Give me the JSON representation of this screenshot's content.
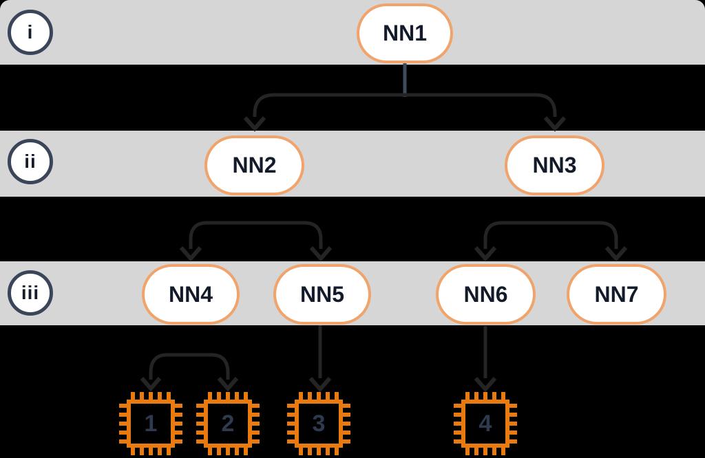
{
  "diagram": {
    "type": "tree",
    "description": "Hierarchy of neural networks mapped onto hardware chips, organized in three labeled levels",
    "rows": [
      {
        "label": "i"
      },
      {
        "label": "ii"
      },
      {
        "label": "iii"
      }
    ],
    "nodes": [
      {
        "id": "NN1",
        "label": "NN1",
        "row": "i"
      },
      {
        "id": "NN2",
        "label": "NN2",
        "row": "ii"
      },
      {
        "id": "NN3",
        "label": "NN3",
        "row": "ii"
      },
      {
        "id": "NN4",
        "label": "NN4",
        "row": "iii"
      },
      {
        "id": "NN5",
        "label": "NN5",
        "row": "iii"
      },
      {
        "id": "NN6",
        "label": "NN6",
        "row": "iii"
      },
      {
        "id": "NN7",
        "label": "NN7",
        "row": "iii"
      }
    ],
    "chips": [
      {
        "id": "chip1",
        "label": "1"
      },
      {
        "id": "chip2",
        "label": "2"
      },
      {
        "id": "chip3",
        "label": "3"
      },
      {
        "id": "chip4",
        "label": "4"
      }
    ],
    "edges": [
      {
        "from": "NN1",
        "to": [
          "NN2",
          "NN3"
        ]
      },
      {
        "from": "NN2",
        "to": [
          "NN4",
          "NN5"
        ]
      },
      {
        "from": "NN3",
        "to": [
          "NN6",
          "NN7"
        ]
      },
      {
        "from": "NN4",
        "to": [
          "chip1",
          "chip2"
        ]
      },
      {
        "from": "NN5",
        "to": [
          "chip3"
        ]
      },
      {
        "from": "NN6",
        "to": [
          "chip4"
        ]
      }
    ],
    "colors": {
      "background": "#000000",
      "band": "#d6d6d6",
      "node_border": "#f0a36b",
      "node_fill": "#ffffff",
      "node_text": "#131b2a",
      "row_circle_border": "#3a4559",
      "arrow": "#242424",
      "nn1_stem": "#3e4b5c",
      "chip_orange": "#e87a10",
      "chip_text": "#2e3a4e"
    }
  }
}
